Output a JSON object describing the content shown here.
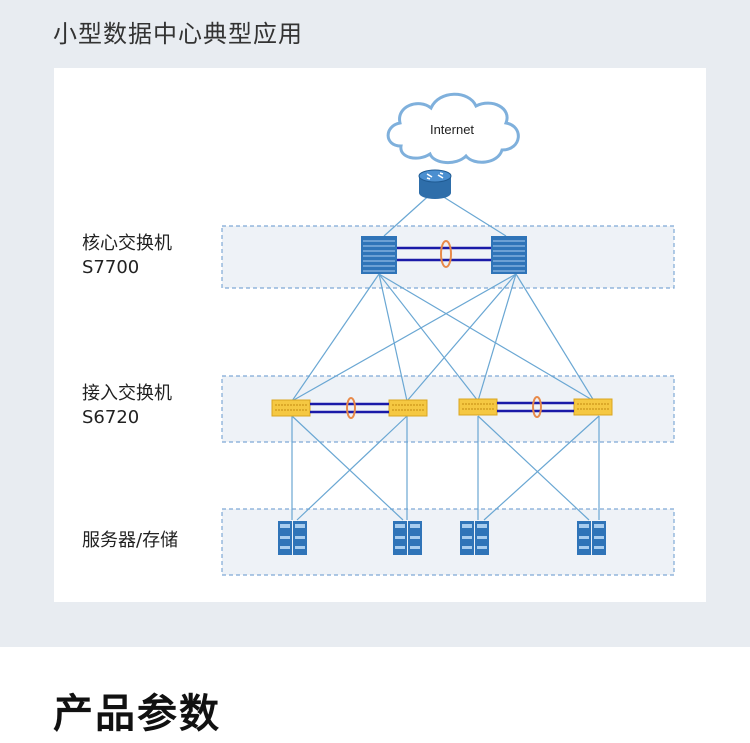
{
  "header": {
    "title": "小型数据中心典型应用"
  },
  "diagram": {
    "cloud_label": "Internet",
    "layers": [
      {
        "name": "核心交换机",
        "model": "S7700"
      },
      {
        "name": "接入交换机",
        "model": "S6720"
      },
      {
        "name": "服务器/存储",
        "model": ""
      }
    ]
  },
  "footer": {
    "title": "产品参数"
  },
  "colors": {
    "link": "#6aa7d3",
    "core_switch": "#2f74b8",
    "access_switch": "#f5c842",
    "stack_link": "#1a1aa8",
    "stack_ring": "#e88a4a",
    "layer_border": "#7fa9d6",
    "layer_fill": "#eef2f7",
    "router": "#2e6eaa"
  }
}
